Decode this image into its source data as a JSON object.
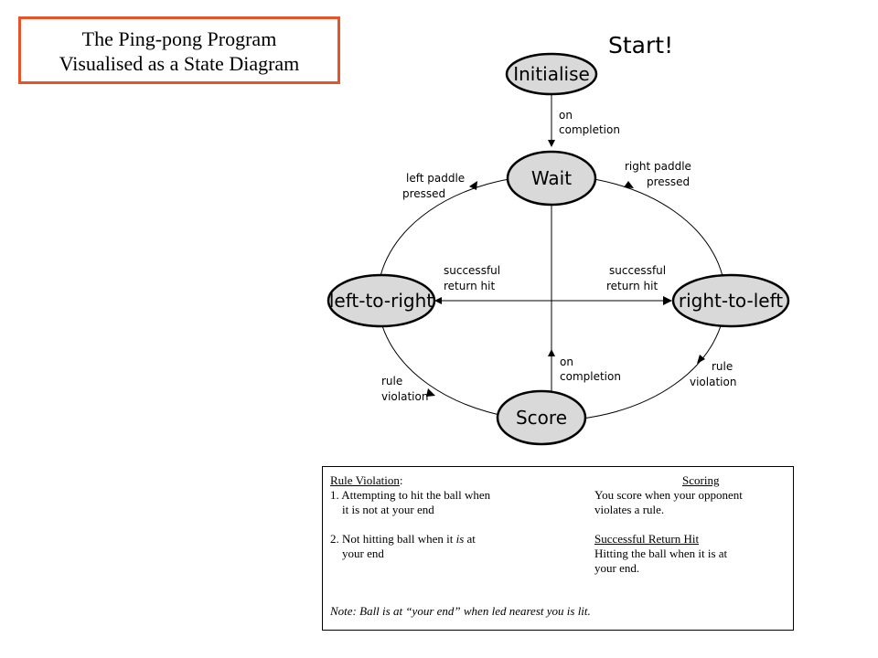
{
  "title": {
    "line1": "The Ping-pong Program",
    "line2": "Visualised as a State Diagram"
  },
  "start_label": "Start!",
  "states": {
    "initialise": "Initialise",
    "wait": "Wait",
    "left_to_right": "left-to-right",
    "right_to_left": "right-to-left",
    "score": "Score"
  },
  "edges": {
    "init_wait": [
      "on",
      "completion"
    ],
    "left_paddle": [
      "left paddle",
      "pressed"
    ],
    "right_paddle": [
      "right paddle",
      "pressed"
    ],
    "ltr_return": [
      "successful",
      "return hit"
    ],
    "rtl_return": [
      "successful",
      "return hit"
    ],
    "score_wait": [
      "on",
      "completion"
    ],
    "rule_left": [
      "rule",
      "violation"
    ],
    "rule_right": [
      "rule",
      "violation"
    ]
  },
  "legend": {
    "rule_violation_heading": "Rule Violation",
    "rule_violation_colon": ":",
    "item1_line1": "1. Attempting to hit the ball when",
    "item1_line2": "it is not at your end",
    "item2_line1_pre": "2. Not hitting ball when it ",
    "item2_line1_em": "is",
    "item2_line1_post": " at",
    "item2_line2": "your end",
    "scoring_heading": "Scoring",
    "scoring_line1": "You score when your opponent",
    "scoring_line2": "violates a rule.",
    "return_heading": "Successful Return Hit",
    "return_line1": "Hitting the ball when it is at",
    "return_line2": "your end.",
    "note": "Note: Ball is at “your end” when led nearest you is lit."
  }
}
